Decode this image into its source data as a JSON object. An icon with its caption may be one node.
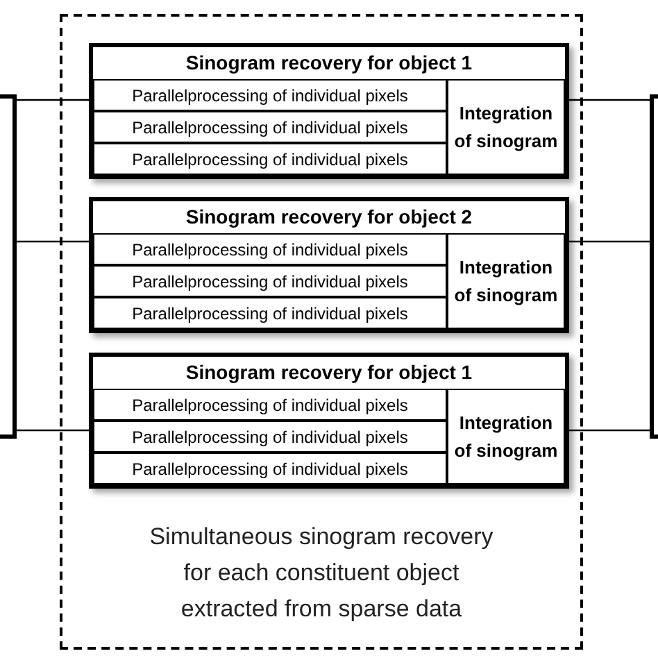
{
  "diagram": {
    "nodes": [
      {
        "text": [
          "Simultaneous sinogram recovery for each constituent object extracted from sparse data"
        ]
      },
      {
        "text": [],
        "shape": "box"
      },
      {
        "text": [
          "Sinogram recovery for object 1"
        ],
        "in": 0
      },
      {
        "text": [
          "Parallelprocessing of individual pixels"
        ],
        "in": 2
      },
      {
        "text": [
          "Parallelprocessing of individual pixels"
        ],
        "in": 2
      },
      {
        "text": [
          "Parallelprocessing of individual pixels"
        ],
        "in": 2
      },
      {
        "text": [
          "Integration of sinogram"
        ],
        "in": 2
      },
      {
        "text": [
          "Sinogram recovery for object 2"
        ],
        "in": 0
      },
      {
        "text": [
          "Parallelprocessing of individual pixels"
        ],
        "in": 7
      },
      {
        "text": [
          "Parallelprocessing of individual pixels"
        ],
        "in": 7
      },
      {
        "text": [
          "Parallelprocessing of individual pixels"
        ],
        "in": 7
      },
      {
        "text": [
          "Integration of sinogram"
        ],
        "in": 7
      },
      {
        "text": [
          "Sinogram recovery for object 1"
        ],
        "in": 0
      },
      {
        "text": [
          "Parallelprocessing of individual pixels"
        ],
        "in": 12
      },
      {
        "text": [
          "Parallelprocessing of individual pixels"
        ],
        "in": 12
      },
      {
        "text": [
          "Parallelprocessing of individual pixels"
        ],
        "in": 12
      },
      {
        "text": [
          "Integration of sinogram"
        ],
        "in": 12
      },
      {
        "text": [],
        "shape": "box"
      }
    ],
    "edges": [
      {
        "from": 1,
        "to": 2,
        "arrow": "none"
      },
      {
        "from": 1,
        "to": 7,
        "arrow": "none"
      },
      {
        "from": 1,
        "to": 12,
        "arrow": "none"
      },
      {
        "from": 2,
        "to": 17,
        "arrow": "none"
      },
      {
        "from": 7,
        "to": 17,
        "arrow": "none"
      },
      {
        "from": 12,
        "to": 17,
        "arrow": "none"
      }
    ]
  }
}
